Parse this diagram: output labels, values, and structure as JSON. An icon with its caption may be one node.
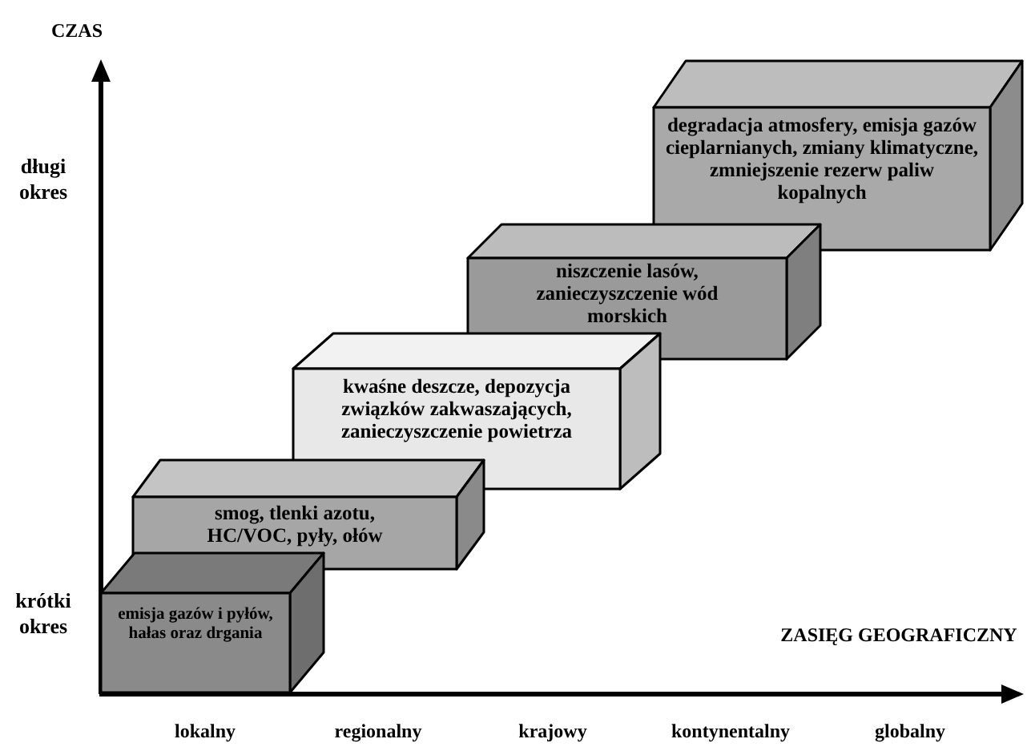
{
  "diagram": {
    "nodes": [
      {
        "text": [
          "degradacja atmosfery, emisja gazów cieplarnianych, zmiany klimatyczne, zmniejszenie rezerw paliw kopalnych"
        ]
      },
      {
        "text": [
          "niszczenie lasów, zanieczyszczenie wód morskich"
        ]
      },
      {
        "text": [
          "kwaśne deszcze, depozycja związków zakwaszających, zanieczyszczenie powietrza"
        ]
      },
      {
        "text": [
          "smog, tlenki azotu, HC/VOC, pyły, ołów"
        ]
      },
      {
        "text": [
          "emisja gazów i pyłów, hałas oraz drgania"
        ]
      }
    ],
    "edges": [],
    "labels": [
      "CZAS",
      "długi okres",
      "krótki okres",
      "ZASIĘG GEOGRAFICZNY",
      "lokalny",
      "regionalny",
      "krajowy",
      "kontynentalny",
      "globalny"
    ]
  }
}
